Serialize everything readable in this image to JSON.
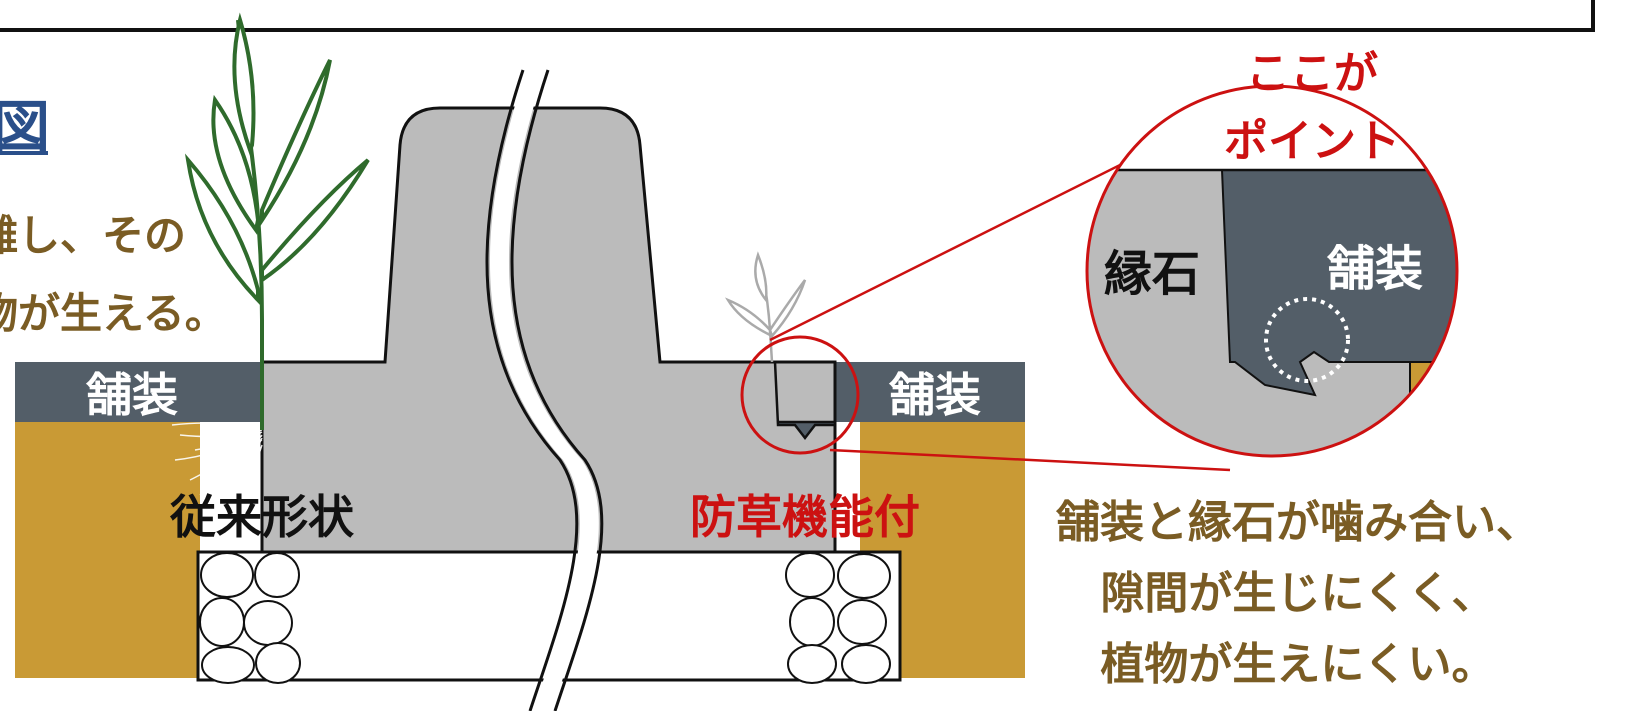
{
  "figure": {
    "title_fragment": "図",
    "left_caption": [
      "離し、その",
      "物が生える。"
    ],
    "labels": {
      "paving_left": "舗装",
      "paving_right": "舗装",
      "conventional": "従来形状",
      "weed_proof": "防草機能付"
    },
    "zoom": {
      "heading": [
        "ここが",
        "ポイント"
      ],
      "curb_label": "縁石",
      "paving_label": "舗装"
    },
    "right_caption": [
      "舗装と縁石が噛み合い、",
      "隙間が生じにくく、",
      "植物が生えにくい。"
    ]
  },
  "colors": {
    "soil": "#c99a35",
    "paving": "#535e68",
    "curb": "#bbbbbb",
    "accent_red": "#cc1111",
    "caption_brown": "#7a5c24",
    "title_blue": "#2a4f8a",
    "leaf_green": "#2f6b2c"
  }
}
